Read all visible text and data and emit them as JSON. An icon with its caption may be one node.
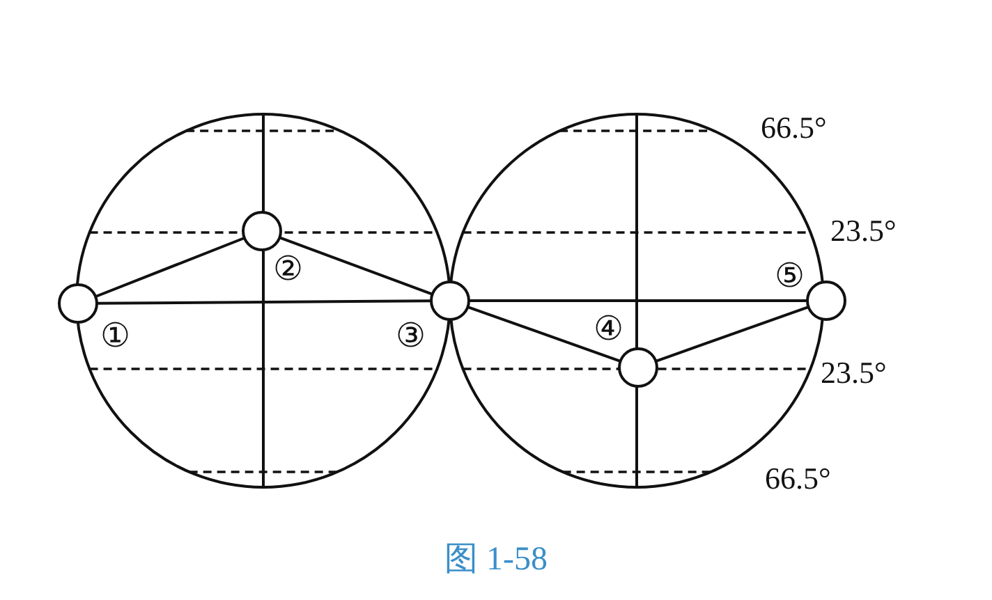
{
  "diagram": {
    "caption": "图 1-58",
    "nodes": [
      {
        "text": [],
        "shape": "circle",
        "beside": [
          "①"
        ]
      },
      {
        "text": [],
        "shape": "circle",
        "beside": [
          "②"
        ]
      },
      {
        "text": [],
        "shape": "circle",
        "beside": [
          "③"
        ]
      },
      {
        "text": [],
        "shape": "circle",
        "beside": [
          "④"
        ]
      },
      {
        "text": [],
        "shape": "circle",
        "beside": [
          "⑤"
        ]
      }
    ],
    "edges": [
      {
        "from": 0,
        "to": 1,
        "arrow": "none"
      },
      {
        "from": 1,
        "to": 2,
        "arrow": "none"
      },
      {
        "from": 0,
        "to": 2,
        "arrow": "none"
      },
      {
        "from": 2,
        "to": 3,
        "arrow": "none"
      },
      {
        "from": 3,
        "to": 4,
        "arrow": "none"
      },
      {
        "from": 2,
        "to": 4,
        "arrow": "none"
      }
    ],
    "labels": [
      "66.5°",
      "23.5°",
      "23.5°",
      "66.5°"
    ]
  }
}
